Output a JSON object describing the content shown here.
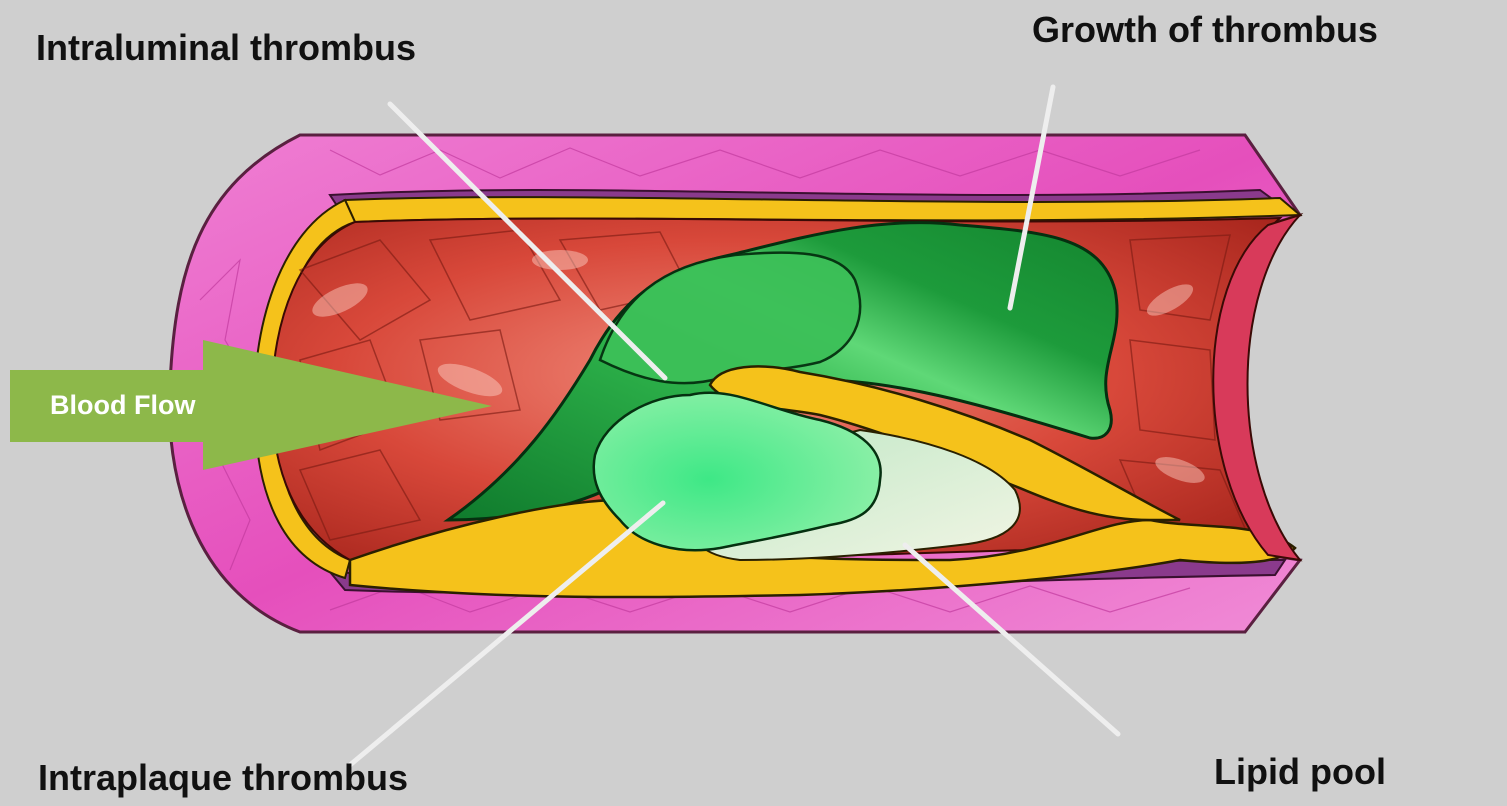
{
  "labels": {
    "intraluminal_thrombus": "Intraluminal thrombus",
    "growth_of_thrombus": "Growth of thrombus",
    "intraplaque_thrombus": "Intraplaque thrombus",
    "lipid_pool": "Lipid pool"
  },
  "blood_flow": {
    "text": "Blood Flow"
  },
  "colors": {
    "background": "#cfcfcf",
    "vessel_wall": "#e64fbf",
    "plaque": "#f5c21b",
    "blood": "#c93a2c",
    "thrombus": "#1e9e3a",
    "intraplaque": "#6ff09a",
    "lipid": "#e9f2da",
    "arrow": "#8db84a",
    "leader_line": "#eeeeee"
  }
}
